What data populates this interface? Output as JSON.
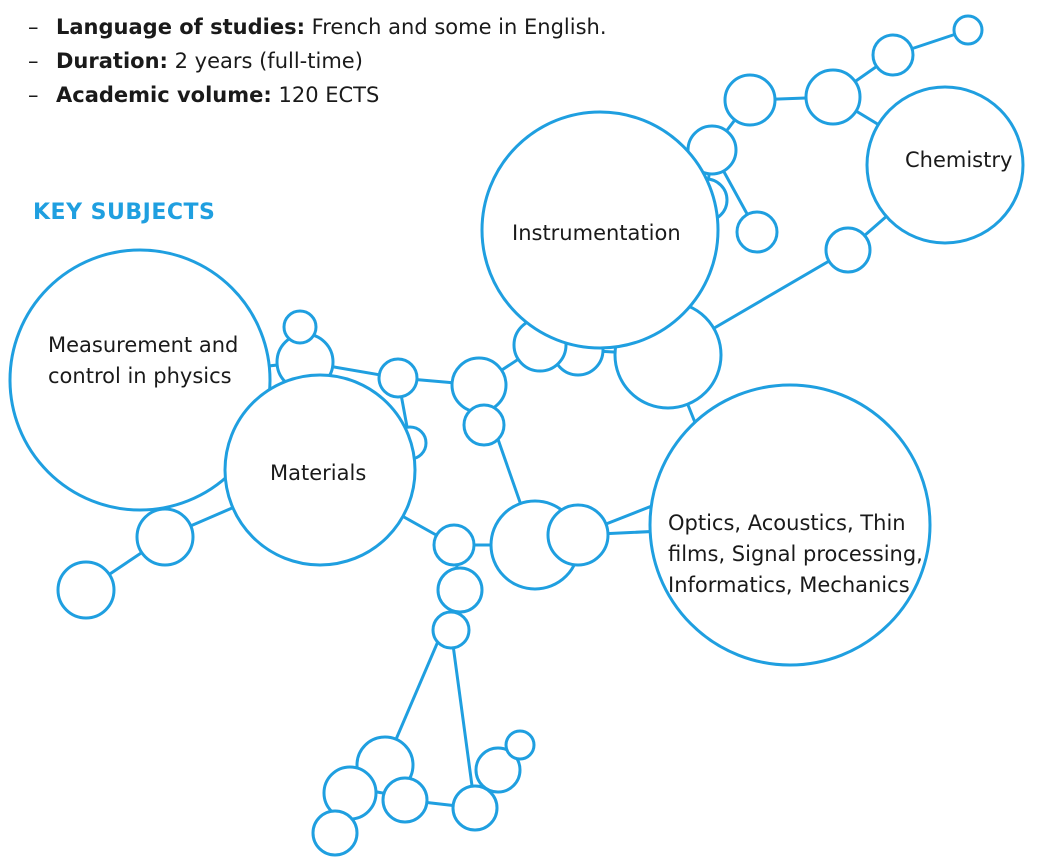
{
  "colors": {
    "accent": "#1f9fe0",
    "stroke": "#1f9fe0",
    "text": "#1a1a1a"
  },
  "info_items": [
    {
      "label": "Language of studies:",
      "value": "French and some in English."
    },
    {
      "label": "Duration:",
      "value": "2 years (full-time)"
    },
    {
      "label": "Academic volume:",
      "value": "120 ECTS"
    }
  ],
  "section_heading": "KEY SUBJECTS",
  "subjects": {
    "instrumentation": "Instrumentation",
    "chemistry": "Chemistry",
    "measurement_line1": "Measurement and",
    "measurement_line2": "control in physics",
    "materials": "Materials",
    "optics_line1": "Optics, Acoustics, Thin",
    "optics_line2": "films, Signal processing,",
    "optics_line3": "Informatics, Mechanics"
  }
}
